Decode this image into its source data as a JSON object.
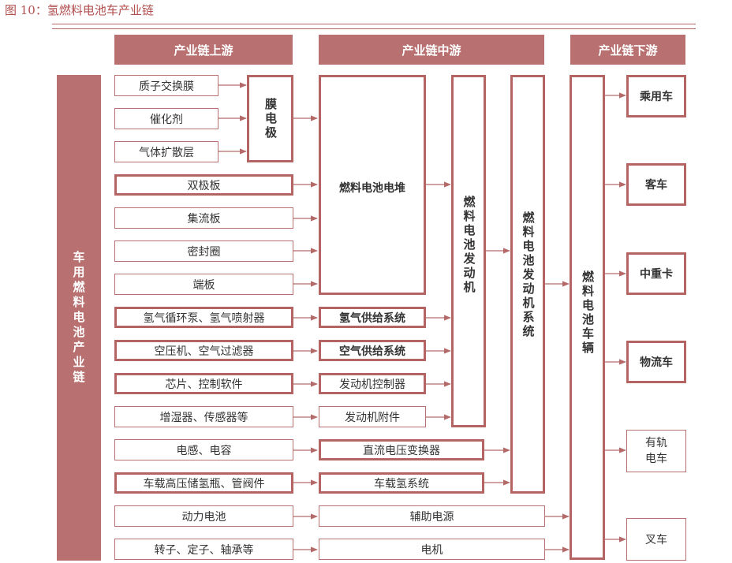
{
  "title": "图 10：氢燃料电池车产业链",
  "headers": {
    "upstream": "产业链上游",
    "midstream": "产业链中游",
    "downstream": "产业链下游"
  },
  "side_label": "车用燃料电池产业链",
  "upstream": {
    "membrane_parts": [
      "质子交换膜",
      "催化剂",
      "气体扩散层"
    ],
    "membrane_electrode": "膜电极",
    "stack_parts": [
      "双极板",
      "集流板",
      "密封圈",
      "端板"
    ],
    "h2_cycle": "氢气循环泵、氢气喷射器",
    "air_comp": "空压机、空气过滤器",
    "chips": "芯片、控制软件",
    "humidifier": "增湿器、传感器等",
    "inductor": "电感、电容",
    "tank": "车载高压储氢瓶、管阀件",
    "battery": "动力电池",
    "rotor": "转子、定子、轴承等"
  },
  "midstream": {
    "stack": "燃料电池电堆",
    "h2_supply": "氢气供给系统",
    "air_supply": "空气供给系统",
    "controller": "发动机控制器",
    "accessory": "发动机附件",
    "dcdc": "直流电压变换器",
    "h2_system": "车载氢系统",
    "aux_power": "辅助电源",
    "motor": "电机",
    "engine": "燃料电池发动机",
    "engine_system": "燃料电池发动机系统"
  },
  "downstream": {
    "vehicle": "燃料电池车辆",
    "types": [
      "乘用车",
      "客车",
      "中重卡",
      "物流车",
      "有轨电车",
      "叉车"
    ]
  }
}
